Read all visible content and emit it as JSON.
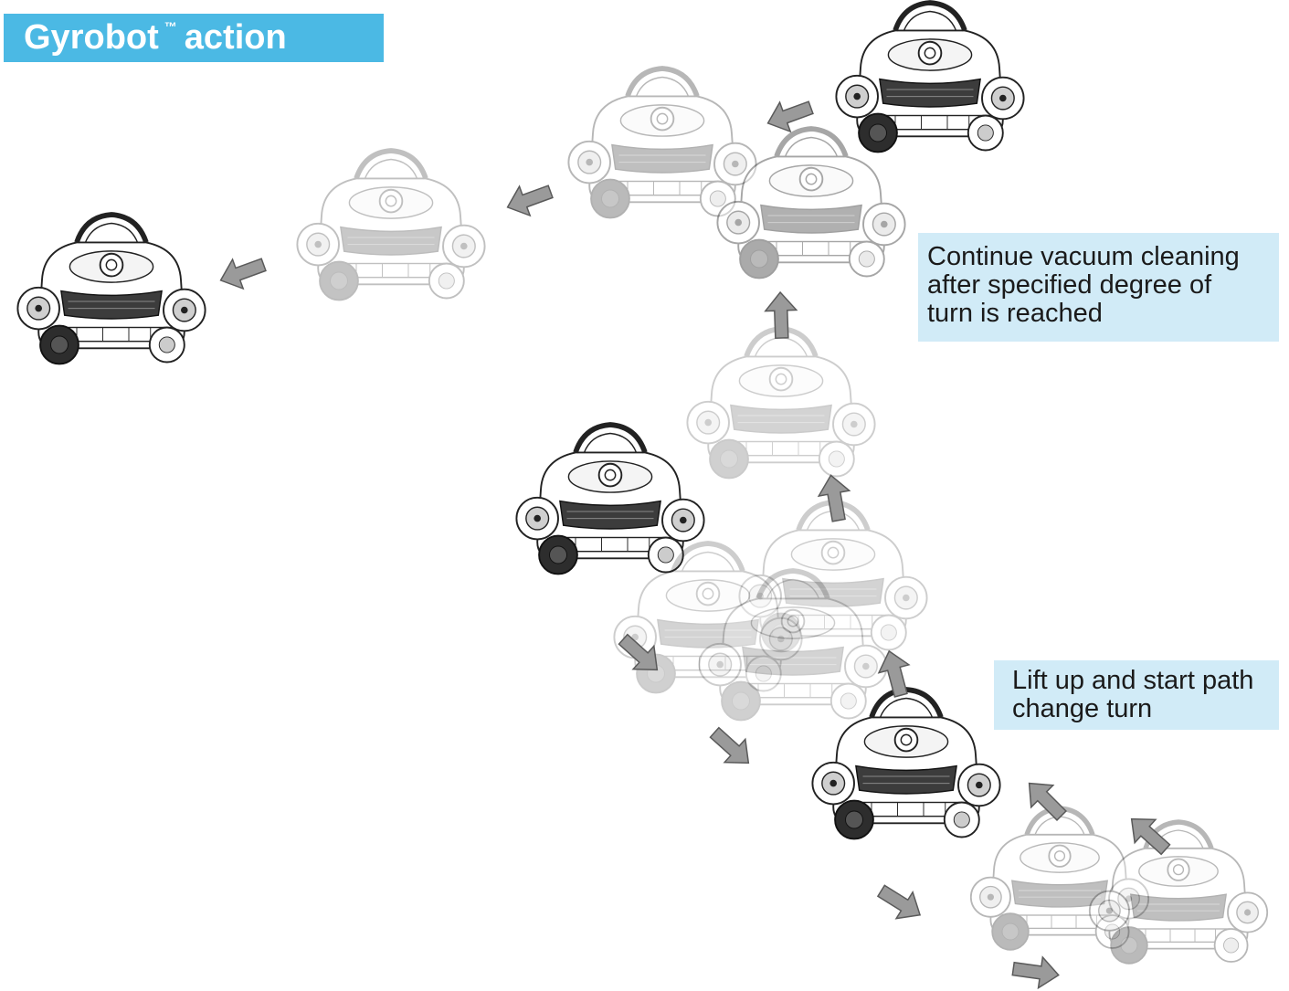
{
  "title": {
    "text": "Gyrobot",
    "trademark": "™",
    "suffix": "action",
    "color": "#4bb9e4"
  },
  "callouts": {
    "continue": {
      "lines": [
        "Continue vacuum cleaning",
        "after specified degree of",
        "turn is reached"
      ],
      "background": "#d1ebf7"
    },
    "lift": {
      "lines": [
        "Lift up and start path",
        "change turn"
      ],
      "background": "#d1ebf7"
    }
  },
  "figure": {
    "subject": "robot pool cleaner drawings",
    "arrow_color": "#9a9a9a"
  }
}
